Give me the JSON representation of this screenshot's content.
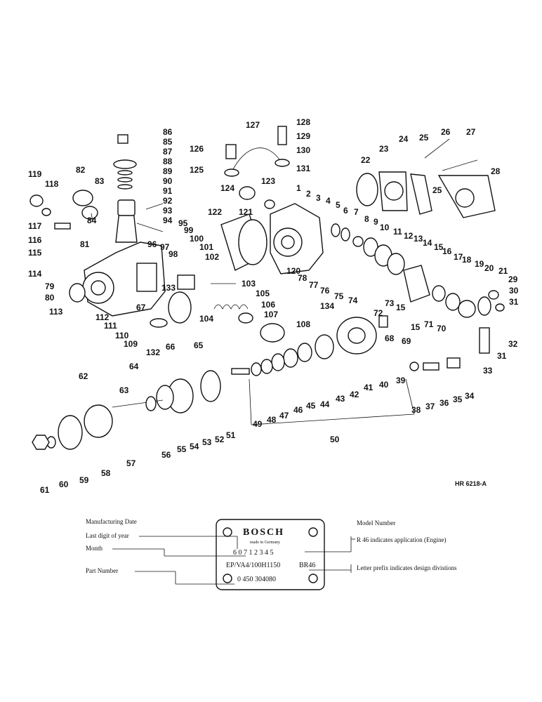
{
  "figure_code": "HR 6218-A",
  "callouts": {
    "n1": "1",
    "n2": "2",
    "n3": "3",
    "n4": "4",
    "n5": "5",
    "n6": "6",
    "n7": "7",
    "n8": "8",
    "n9": "9",
    "n10": "10",
    "n11": "11",
    "n12": "12",
    "n13": "13",
    "n14": "14",
    "n15a": "15",
    "n15b": "15",
    "n15c": "15",
    "n16": "16",
    "n17": "17",
    "n18": "18",
    "n19": "19",
    "n20": "20",
    "n21": "21",
    "n22": "22",
    "n23": "23",
    "n24": "24",
    "n25a": "25",
    "n25b": "25",
    "n26": "26",
    "n27": "27",
    "n28": "28",
    "n29": "29",
    "n30": "30",
    "n31a": "31",
    "n31b": "31",
    "n32": "32",
    "n33": "33",
    "n34": "34",
    "n35": "35",
    "n36": "36",
    "n37": "37",
    "n38": "38",
    "n39": "39",
    "n40": "40",
    "n41": "41",
    "n42": "42",
    "n43": "43",
    "n44": "44",
    "n45": "45",
    "n46": "46",
    "n47": "47",
    "n48": "48",
    "n49": "49",
    "n50": "50",
    "n51": "51",
    "n52": "52",
    "n53": "53",
    "n54": "54",
    "n55": "55",
    "n56": "56",
    "n57": "57",
    "n58": "58",
    "n59": "59",
    "n60": "60",
    "n61": "61",
    "n62": "62",
    "n63": "63",
    "n64": "64",
    "n65": "65",
    "n66": "66",
    "n67": "67",
    "n68": "68",
    "n69": "69",
    "n70": "70",
    "n71": "71",
    "n72": "72",
    "n73": "73",
    "n74": "74",
    "n75": "75",
    "n76": "76",
    "n77": "77",
    "n78": "78",
    "n79": "79",
    "n80": "80",
    "n81": "81",
    "n82": "82",
    "n83": "83",
    "n84": "84",
    "n85": "85",
    "n86": "86",
    "n87": "87",
    "n88": "88",
    "n89": "89",
    "n90": "90",
    "n91": "91",
    "n92": "92",
    "n93": "93",
    "n94": "94",
    "n95": "95",
    "n96": "96",
    "n97": "97",
    "n98": "98",
    "n99": "99",
    "n100": "100",
    "n101": "101",
    "n102": "102",
    "n103": "103",
    "n104": "104",
    "n105": "105",
    "n106": "106",
    "n107": "107",
    "n108": "108",
    "n109": "109",
    "n110": "110",
    "n111": "111",
    "n112": "112",
    "n113": "113",
    "n114": "114",
    "n115": "115",
    "n116": "116",
    "n117": "117",
    "n118": "118",
    "n119": "119",
    "n120": "120",
    "n121": "121",
    "n122": "122",
    "n123": "123",
    "n124": "124",
    "n125": "125",
    "n126": "126",
    "n127": "127",
    "n128": "128",
    "n129": "129",
    "n130": "130",
    "n131": "131",
    "n132": "132",
    "n133": "133",
    "n134": "134"
  },
  "nameplate": {
    "manufacturing_date": "Manufacturing Date",
    "last_digit_of_year": "Last digit of year",
    "month": "Month",
    "part_number": "Part Number",
    "model_number": "Model Number",
    "r46_note": "R 46 indicates application (Engine)",
    "prefix_note": "Letter prefix indicates design divistions",
    "brand": "BOSCH",
    "made_in": "made in Germany",
    "date_code": "6 0 7 1 2 3 4 5",
    "model_line": "EP/VA4/100H1150",
    "model_suffix": "BR46",
    "part_number_value": "0 450 304080"
  }
}
